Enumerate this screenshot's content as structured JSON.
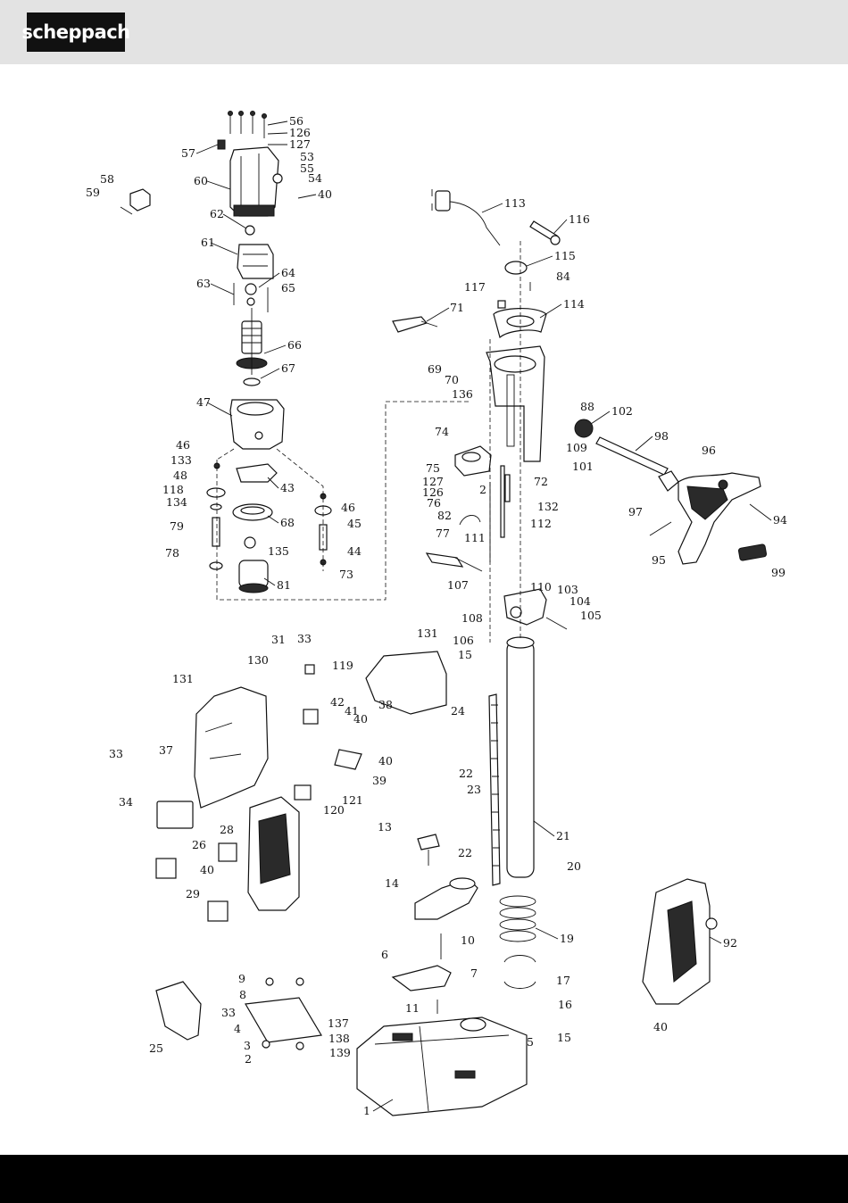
{
  "brand": {
    "logo_text": "scheppach"
  },
  "colors": {
    "header_bg": "#e3e3e3",
    "footer_bg": "#000000",
    "logo_bg": "#111111",
    "ink": "#111111"
  },
  "diagram": {
    "labels": [
      "56",
      "126",
      "127",
      "57",
      "53",
      "55",
      "54",
      "40",
      "60",
      "58",
      "59",
      "62",
      "61",
      "64",
      "63",
      "65",
      "66",
      "67",
      "47",
      "46",
      "133",
      "48",
      "118",
      "134",
      "79",
      "78",
      "43",
      "68",
      "135",
      "81",
      "46",
      "45",
      "44",
      "73",
      "113",
      "116",
      "115",
      "84",
      "117",
      "114",
      "71",
      "69",
      "70",
      "136",
      "88",
      "102",
      "98",
      "74",
      "109",
      "101",
      "96",
      "75",
      "72",
      "127",
      "126",
      "76",
      "2",
      "132",
      "82",
      "112",
      "97",
      "94",
      "77",
      "111",
      "95",
      "107",
      "110",
      "103",
      "99",
      "104",
      "108",
      "105",
      "131",
      "106",
      "15",
      "31",
      "33",
      "130",
      "119",
      "131",
      "38",
      "24",
      "42",
      "41",
      "40",
      "37",
      "33",
      "40",
      "39",
      "22",
      "121",
      "23",
      "120",
      "34",
      "28",
      "13",
      "22",
      "21",
      "26",
      "40",
      "20",
      "14",
      "29",
      "92",
      "10",
      "19",
      "6",
      "9",
      "7",
      "17",
      "8",
      "16",
      "11",
      "33",
      "4",
      "25",
      "137",
      "138",
      "15",
      "5",
      "40",
      "3",
      "139",
      "2",
      "1"
    ]
  }
}
